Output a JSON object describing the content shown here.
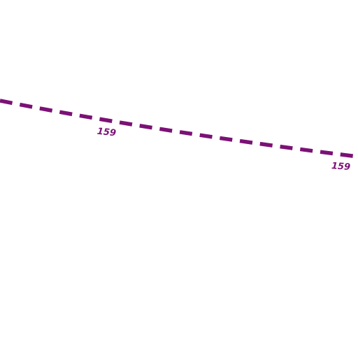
{
  "map": {
    "background_color": "#ffffff",
    "route": {
      "number_label_1": "159",
      "number_label_2": "159",
      "line_color": "#7b1175",
      "line_style": "dashed"
    }
  }
}
